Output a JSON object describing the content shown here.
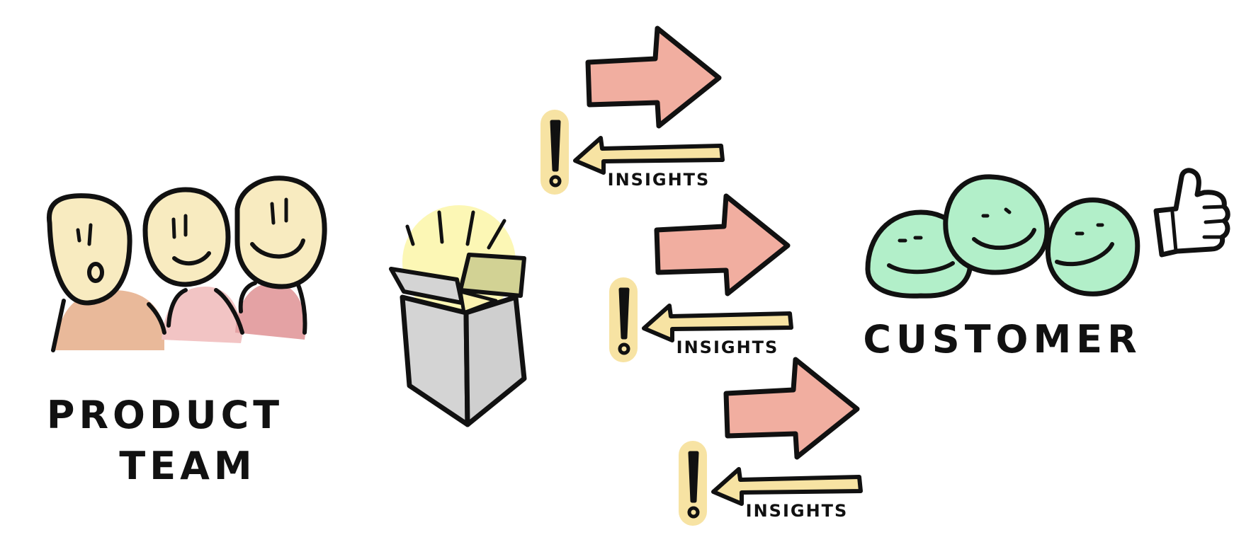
{
  "product_team": {
    "label_line1": "PRODUCT",
    "label_line2": "TEAM"
  },
  "customer": {
    "label": "CUSTOMER"
  },
  "feedback_loops": [
    {
      "insight_label": "INSIGHTS"
    },
    {
      "insight_label": "INSIGHTS"
    },
    {
      "insight_label": "INSIGHTS"
    }
  ],
  "exclamation": "!",
  "colors": {
    "ink": "#111111",
    "face_yellow": "#f8ebc0",
    "body_tan": "#e9b99a",
    "body_pink": "#f2c4c4",
    "body_rose": "#e4a2a4",
    "arrow_salmon": "#f1aea0",
    "insight_yellow": "#f7e3a3",
    "box_gray": "#d4d4d4",
    "glow_yellow": "#fbf6a8",
    "customer_green": "#b2efc9"
  },
  "icons": [
    "exclamation-icon",
    "thumbs-up-icon",
    "open-box-icon"
  ]
}
